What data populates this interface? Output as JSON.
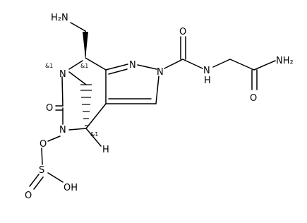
{
  "atoms": {
    "nh2_top": "H₂N",
    "n_pyrazole_top": "N",
    "n_pyrazole_2": "N",
    "o_carbonyl": "O",
    "nh_amide": "H",
    "nh_amide_n": "N",
    "nh2_right": "NH₂",
    "o_amide": "O",
    "n_bridge": "N",
    "o_urea": "O",
    "n_lower": "N",
    "h_bridgehead": "H",
    "o_sulfate": "O",
    "s_atom": "S",
    "o_sulfonyl": "O",
    "oh": "OH"
  },
  "stereo_labels": {
    "s1": "&1",
    "s2": "&1",
    "s3": "&1"
  }
}
